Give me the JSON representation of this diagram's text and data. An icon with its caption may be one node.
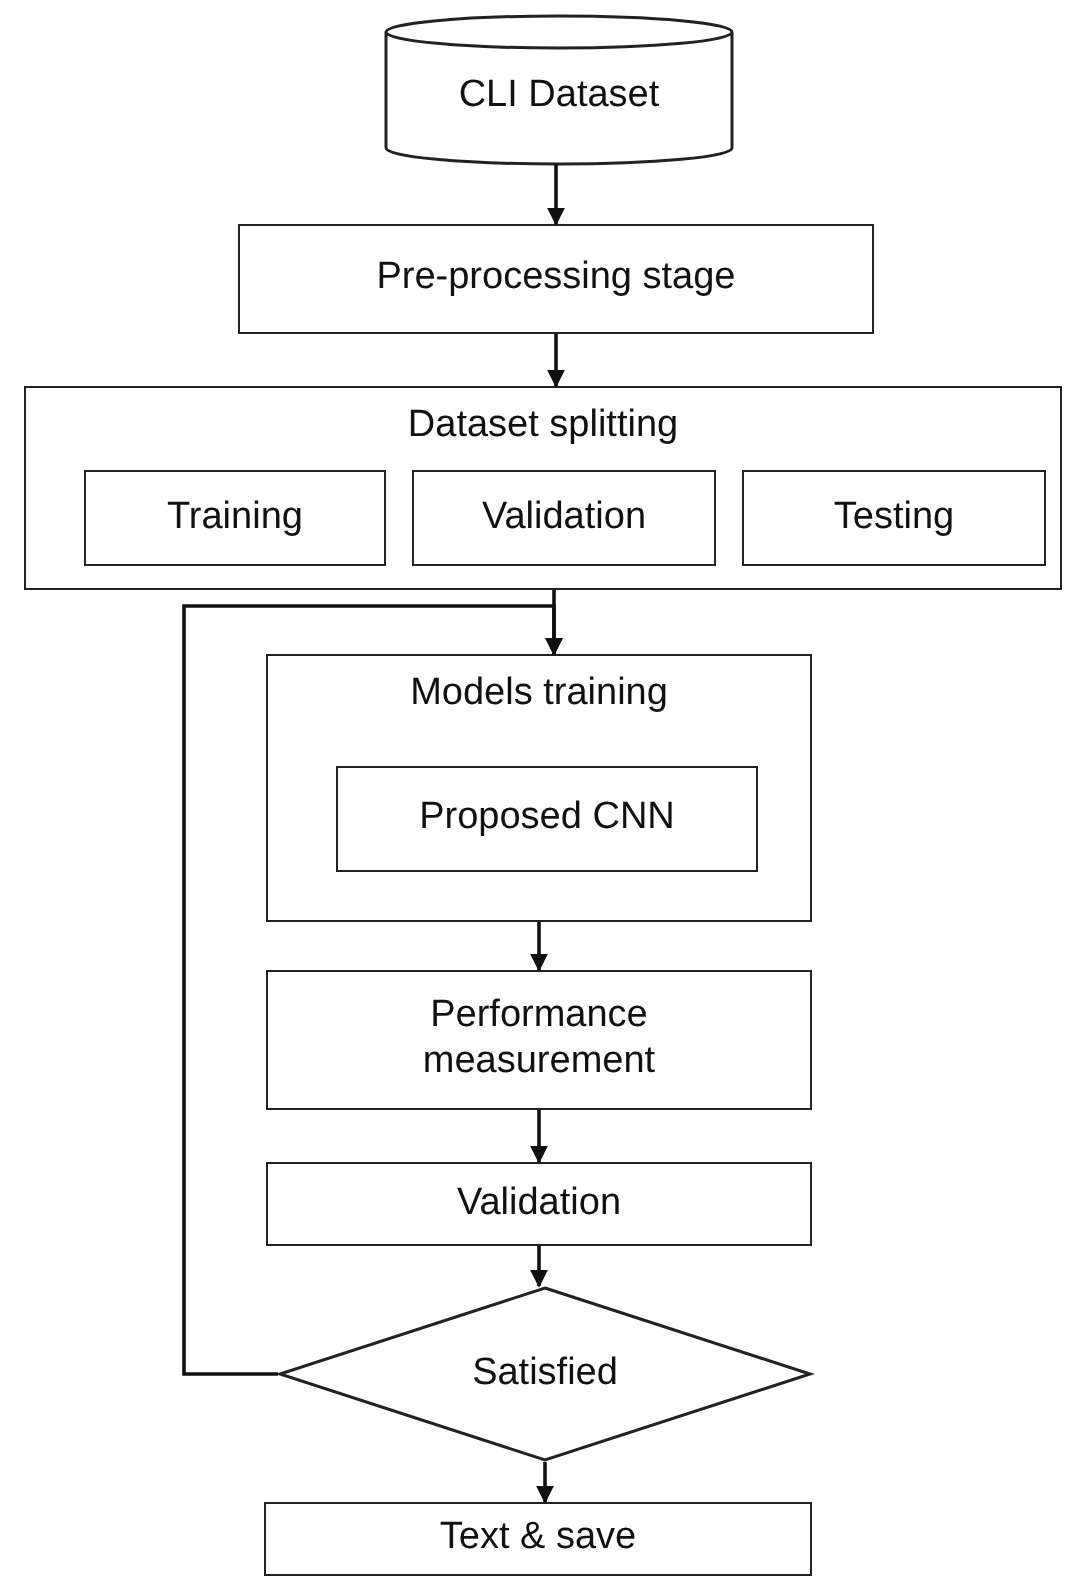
{
  "diagram": {
    "nodes": [
      {
        "text": [
          "CLI Dataset"
        ]
      },
      {
        "text": [
          "Pre-processing stage"
        ]
      },
      {
        "text": [
          "Dataset splitting"
        ]
      },
      {
        "text": [
          "Training"
        ],
        "in": 2
      },
      {
        "text": [
          "Validation"
        ],
        "in": 2
      },
      {
        "text": [
          "Testing"
        ],
        "in": 2
      },
      {
        "text": [
          "Models training"
        ]
      },
      {
        "text": [
          "Proposed CNN"
        ],
        "in": 6
      },
      {
        "text": [
          "Performance measurement"
        ]
      },
      {
        "text": [
          "Validation"
        ]
      },
      {
        "text": [
          "Satisfied"
        ]
      },
      {
        "text": [
          "Text & save"
        ]
      }
    ],
    "edges": [
      {
        "from": 0,
        "to": 1,
        "arrow": "to"
      },
      {
        "from": 1,
        "to": 2,
        "arrow": "to"
      },
      {
        "from": 2,
        "to": 6,
        "arrow": "to"
      },
      {
        "from": 6,
        "to": 8,
        "arrow": "to"
      },
      {
        "from": 8,
        "to": 9,
        "arrow": "to"
      },
      {
        "from": 9,
        "to": 10,
        "arrow": "to"
      },
      {
        "from": 10,
        "to": 11,
        "arrow": "to"
      },
      {
        "from": 10,
        "to": 6,
        "arrow": "to"
      }
    ]
  }
}
